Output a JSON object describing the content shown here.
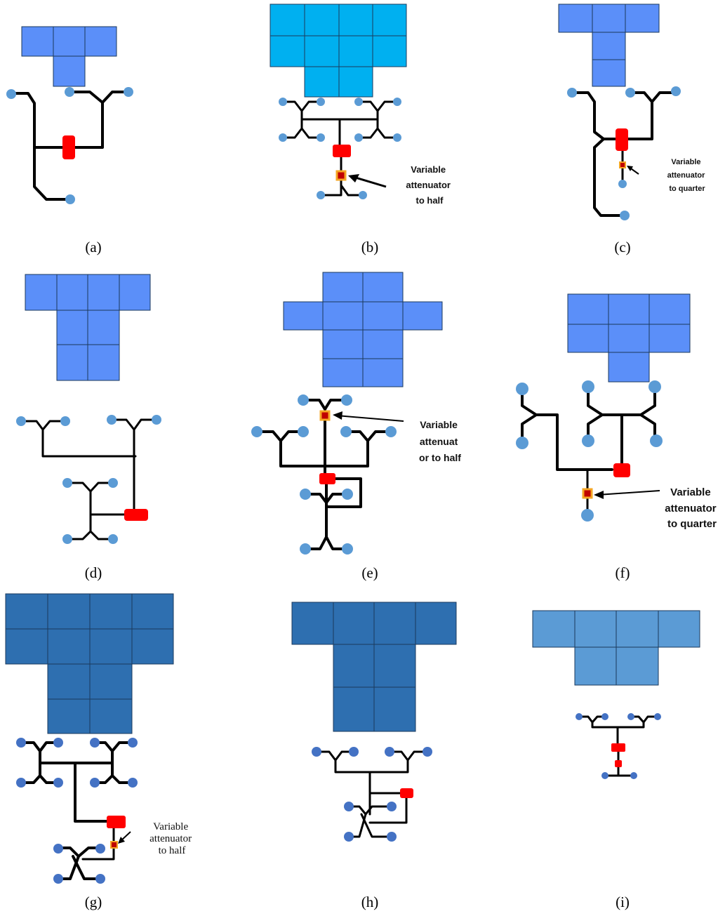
{
  "colors": {
    "cell_light": "#5b8ff9",
    "cell_cyan": "#00b0f0",
    "cell_dark": "#2e6fb0",
    "cell_medium": "#5b9bd5",
    "node": "#5b9bd5",
    "node_dark": "#4472c4",
    "phase_shifter": "#ff0000",
    "attenuator_border": "#f5a623"
  },
  "panels": [
    {
      "id": "a",
      "caption": "(a)"
    },
    {
      "id": "b",
      "caption": "(b)",
      "annotation": [
        "Variable",
        "attenuator",
        "to half"
      ]
    },
    {
      "id": "c",
      "caption": "(c)",
      "annotation": [
        "Variable",
        "attenuator",
        "to quarter"
      ]
    },
    {
      "id": "d",
      "caption": "(d)"
    },
    {
      "id": "e",
      "caption": "(e)",
      "annotation": [
        "Variable",
        "attenuat",
        "or to half"
      ]
    },
    {
      "id": "f",
      "caption": "(f)",
      "annotation": [
        "Variable",
        "attenuator",
        "to quarter"
      ]
    },
    {
      "id": "g",
      "caption": "(g)",
      "annotation": [
        "Variable",
        "attenuator",
        "to half"
      ]
    },
    {
      "id": "h",
      "caption": "(h)"
    },
    {
      "id": "i",
      "caption": "(i)"
    }
  ]
}
